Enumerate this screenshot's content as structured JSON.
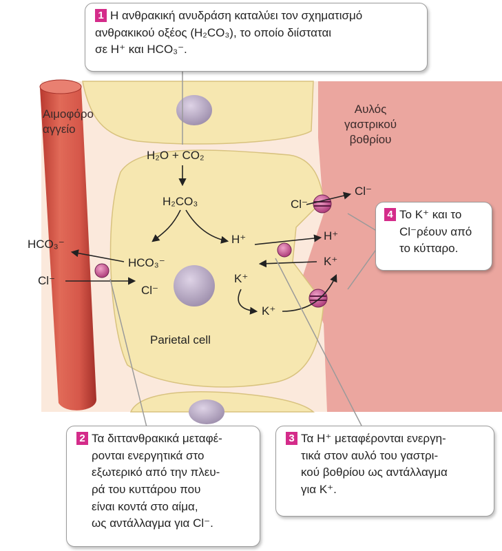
{
  "callouts": {
    "c1": {
      "num": "1",
      "line1": "Η ανθρακική ανυδράση καταλύει τον σχηματισμό",
      "line2": "ανθρακικού οξέος (H₂CO₃), το οποίο διίσταται",
      "line3": "σε H⁺ και HCO₃⁻."
    },
    "c2": {
      "num": "2",
      "line1": "Τα διττανθρακικά μεταφέ-",
      "line2": "ρονται ενεργητικά στο",
      "line3": "εξωτερικό από την πλευ-",
      "line4": "ρά του κυττάρου που",
      "line5": "είναι κοντά στο αίμα,",
      "line6": "ως αντάλλαγμα για Cl⁻."
    },
    "c3": {
      "num": "3",
      "line1": "Τα H⁺ μεταφέρονται ενεργη-",
      "line2": "τικά στον αυλό του γαστρι-",
      "line3": "κού βοθρίου ως αντάλλαγμα",
      "line4": "για K⁺."
    },
    "c4": {
      "num": "4",
      "line1": "Το K⁺ και το",
      "line2": "Cl⁻ρέουν από",
      "line3": "το κύτταρο."
    }
  },
  "regions": {
    "blood_vessel": {
      "line1": "Αιμοφόρο",
      "line2": "αγγείο"
    },
    "gastric_lumen": {
      "line1": "Αυλός",
      "line2": "γαστρικού",
      "line3": "βοθρίου"
    },
    "cell": "Parietal cell"
  },
  "chemistry": {
    "h2o_co2": "H₂O + CO₂",
    "h2co3": "H₂CO₃",
    "hco3_cell": "HCO₃⁻",
    "h_cell": "H⁺",
    "k_cell": "K⁺",
    "cl_cell": "Cl⁻",
    "k_in": "K⁺",
    "hco3_blood": "HCO₃⁻",
    "cl_blood": "Cl⁻",
    "h_lumen": "H⁺",
    "k_lumen": "K⁺",
    "cl_membrane": "Cl⁻",
    "cl_lumen": "Cl⁻"
  },
  "colors": {
    "accent_number": "#d42c8a",
    "vessel": "#d9594a",
    "lumen": "#eba69f",
    "cell": "#f6e7b0",
    "nucleus": "#b7a9c1",
    "transporter": "#c9508a"
  }
}
